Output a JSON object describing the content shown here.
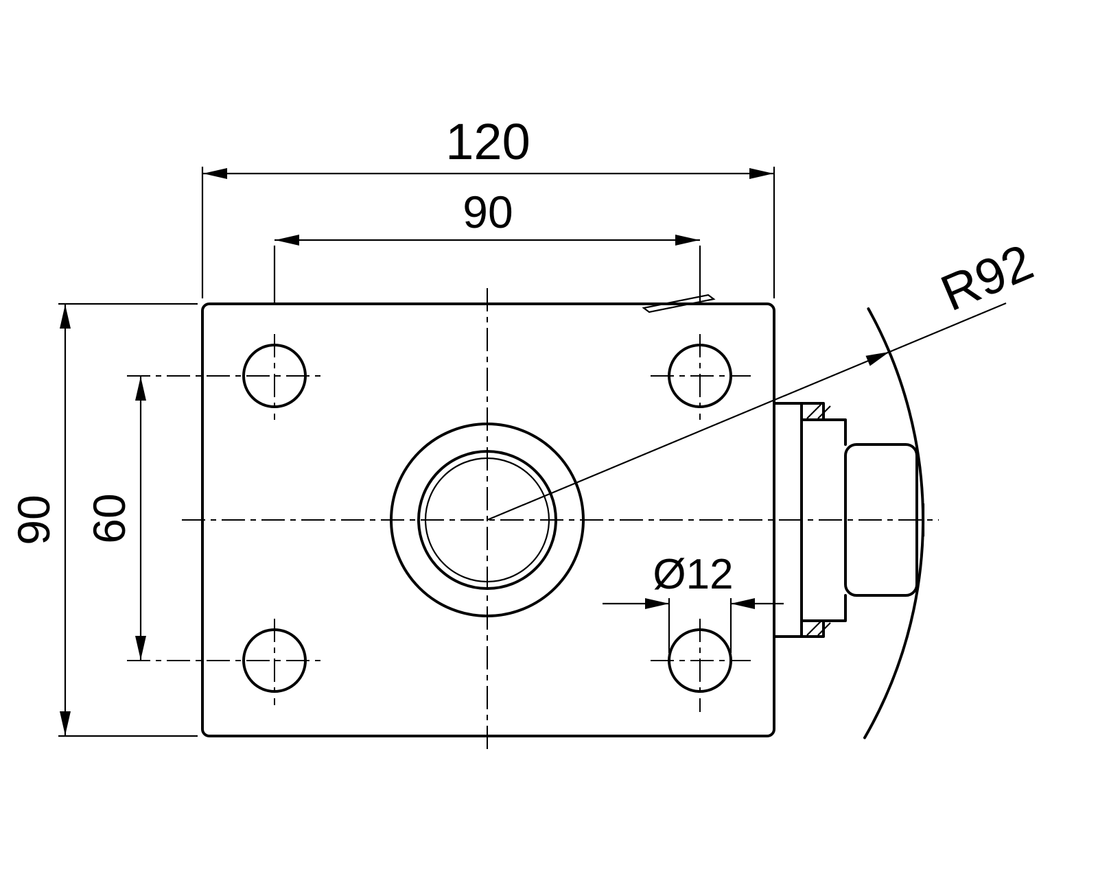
{
  "dimensions": {
    "overall_width": "120",
    "bolt_spacing_width": "90",
    "overall_height": "90",
    "bolt_spacing_height": "60",
    "wheel_radius": "R92",
    "bolt_hole_diameter": "Ø12"
  },
  "colors": {
    "line": "#000000",
    "background": "#ffffff"
  }
}
